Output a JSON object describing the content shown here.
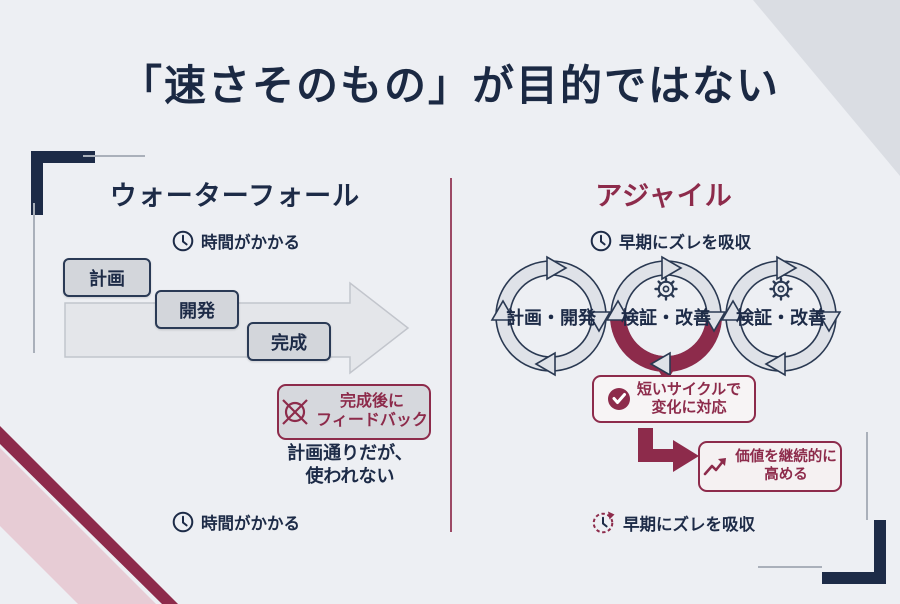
{
  "slide": {
    "title": "「速さそのもの」が目的ではない"
  },
  "waterfall": {
    "heading": "ウォーターフォール",
    "top_note": "時間がかかる",
    "bottom_note": "時間がかかる",
    "steps": [
      "計画",
      "開発",
      "完成"
    ],
    "feedback": {
      "line1": "完成後に",
      "line2": "フィードバック"
    },
    "caption": {
      "line1": "計画通りだが、",
      "line2": "使われない"
    }
  },
  "agile": {
    "heading": "アジャイル",
    "top_note": "早期にズレを吸収",
    "bottom_note": "早期にズレを吸収",
    "cycles": [
      "計画・開発",
      "検証・改善",
      "検証・改善"
    ],
    "check": {
      "line1": "短いサイクルで",
      "line2": "変化に対応"
    },
    "value": {
      "line1": "価値を継続的に",
      "line2": "高める"
    }
  },
  "colors": {
    "navy": "#1d2b47",
    "maroon": "#8d2b4b",
    "background": "#edeff3",
    "box_gray": "#d3d6db",
    "ring_gray": "#dfe2e8",
    "pink_ribbon": "#e7ccd5"
  }
}
